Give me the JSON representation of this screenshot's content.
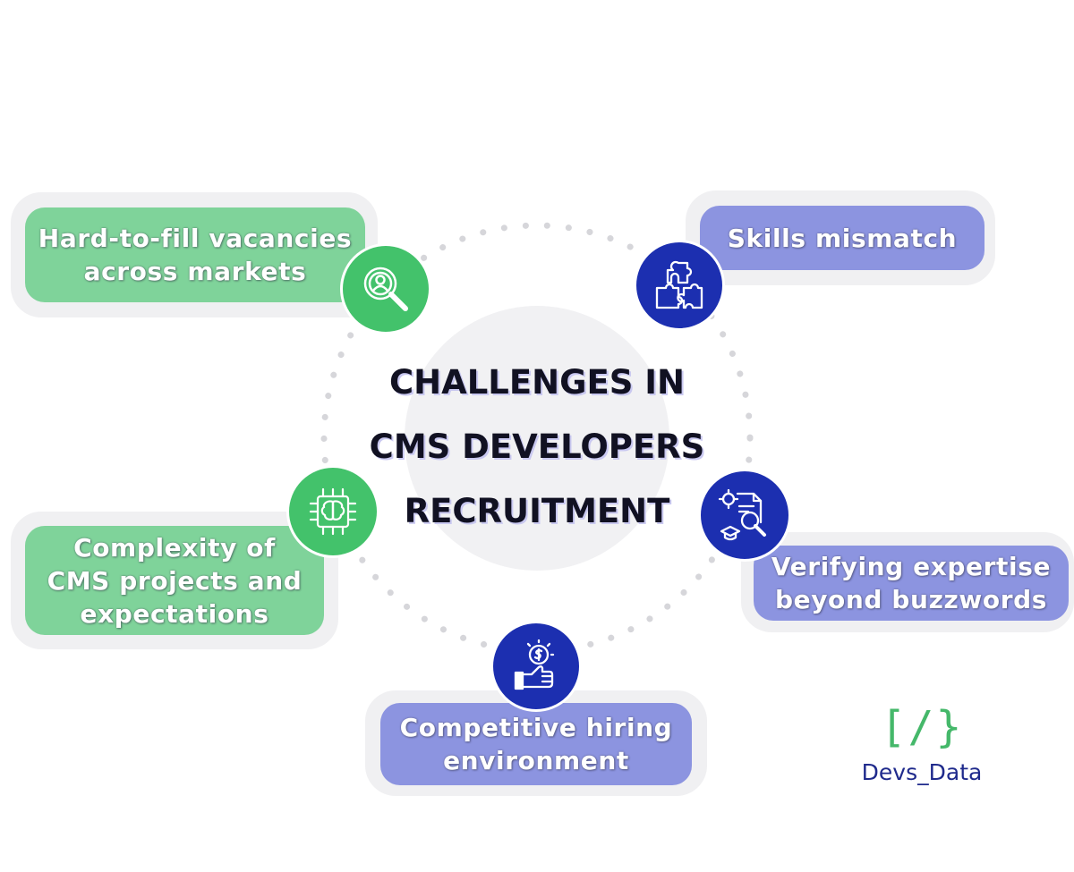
{
  "title": "CHALLENGES IN\nCMS DEVELOPERS\nRECRUITMENT",
  "challenges": [
    {
      "label": "Hard-to-fill vacancies\nacross markets",
      "icon": "search-person-icon"
    },
    {
      "label": "Skills mismatch",
      "icon": "puzzle-icon"
    },
    {
      "label": "Complexity of\nCMS projects and\nexpectations",
      "icon": "brain-chip-icon"
    },
    {
      "label": "Verifying expertise\nbeyond buzzwords",
      "icon": "document-magnifier-icon"
    },
    {
      "label": "Competitive hiring\nenvironment",
      "icon": "hand-coin-icon"
    }
  ],
  "logo": {
    "mark": "[/}",
    "text": "Devs_Data"
  },
  "colors": {
    "green": "#7fd39a",
    "blue": "#8c94e0",
    "dark_blue": "#1c2fb0",
    "dark_green": "#43c26b"
  }
}
